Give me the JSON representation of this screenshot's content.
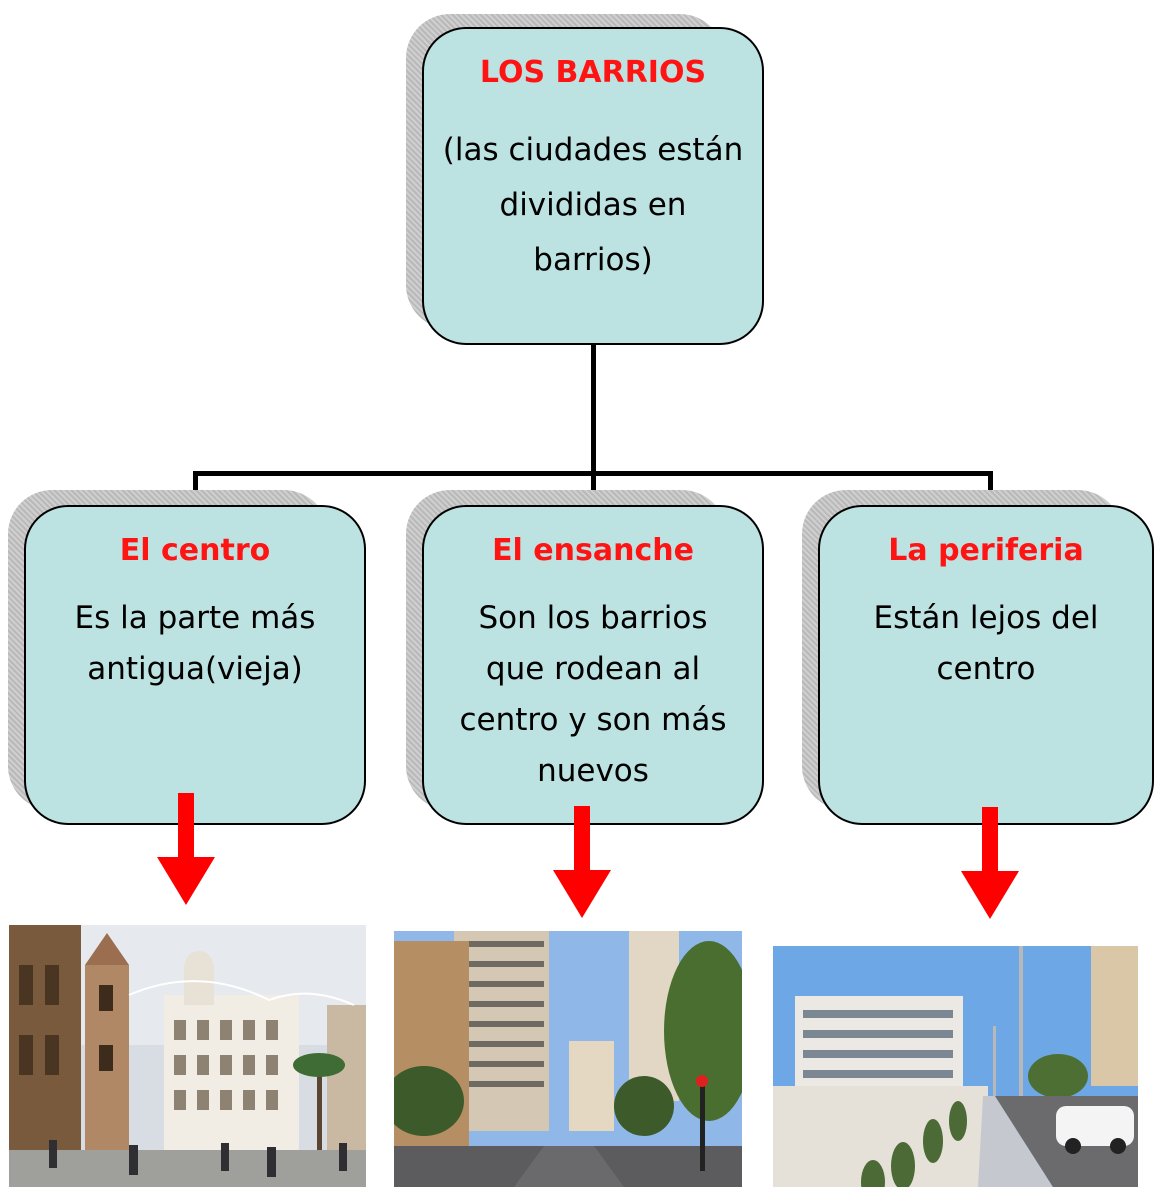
{
  "root": {
    "title": "LOS BARRIOS",
    "description": "(las ciudades están divididas en barrios)"
  },
  "children": [
    {
      "title": "El centro",
      "description": "Es la parte más antigua(vieja)"
    },
    {
      "title": "El ensanche",
      "description": "Son los barrios que rodean al centro y son más nuevos"
    },
    {
      "title": "La periferia",
      "description": "Están lejos del centro"
    }
  ],
  "photos": [
    {
      "name": "old-town-square-photo"
    },
    {
      "name": "city-avenue-photo"
    },
    {
      "name": "outskirts-street-photo"
    }
  ],
  "colors": {
    "box_fill": "#bde2e2",
    "title_red": "#ff1414",
    "arrow_red": "#ff0000",
    "shadow": "#c2c2c2"
  }
}
